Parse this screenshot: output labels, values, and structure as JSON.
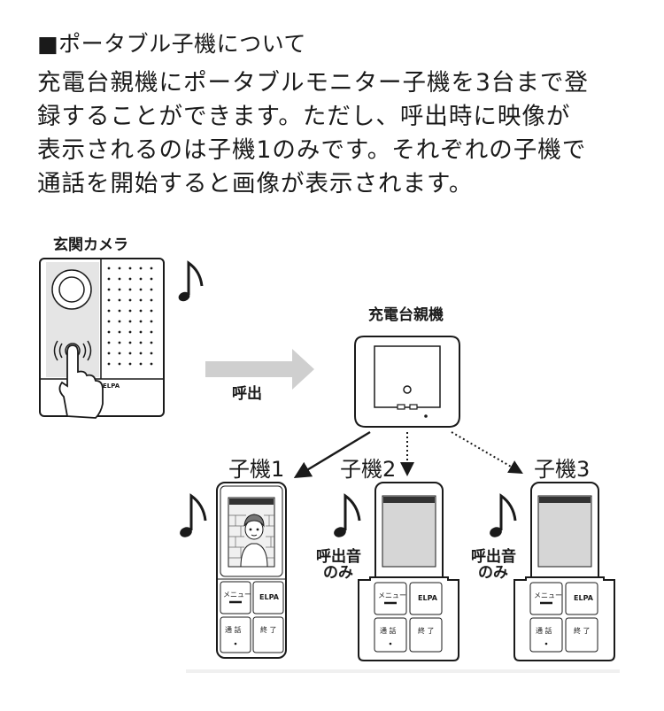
{
  "heading": "■ポータブル子機について",
  "paragraph_lines": [
    "充電台親機にポータブルモニター子機を3台まで登",
    "録することができます。ただし、呼出時に映像が",
    "表示されるのは子機1のみです。それぞれの子機で",
    "通話を開始すると画像が表示されます。"
  ],
  "diagram": {
    "door_camera_label": "玄関カメラ",
    "door_camera_brand": "ELPA",
    "call_label": "呼出",
    "base_station_label": "充電台親機",
    "handsets": [
      {
        "label": "子機1",
        "shows_video": true
      },
      {
        "label": "子機2",
        "note_line1": "呼出音",
        "note_line2": "のみ"
      },
      {
        "label": "子機3",
        "note_line1": "呼出音",
        "note_line2": "のみ"
      }
    ],
    "handset_buttons": {
      "menu": "メニュー",
      "brand": "ELPA",
      "talk": "通 話",
      "end": "終 了"
    }
  }
}
